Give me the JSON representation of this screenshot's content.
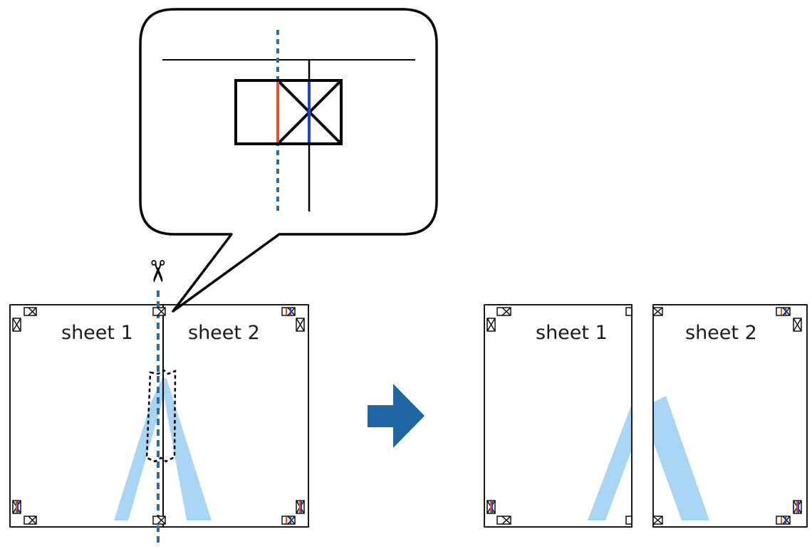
{
  "labels": {
    "sheet1_left": "sheet 1",
    "sheet2_left": "sheet 2",
    "sheet1_right": "sheet 1",
    "sheet2_right": "sheet 2"
  },
  "colors": {
    "cut_line": "#2e6fa3",
    "arrow": "#1d66a3",
    "shape_fill": "#a9d5f5",
    "mark_red": "#e8502a",
    "mark_blue": "#1c3fe0",
    "stroke": "#000000"
  },
  "icons": {
    "scissors": "✂",
    "arrow": "right-arrow"
  }
}
